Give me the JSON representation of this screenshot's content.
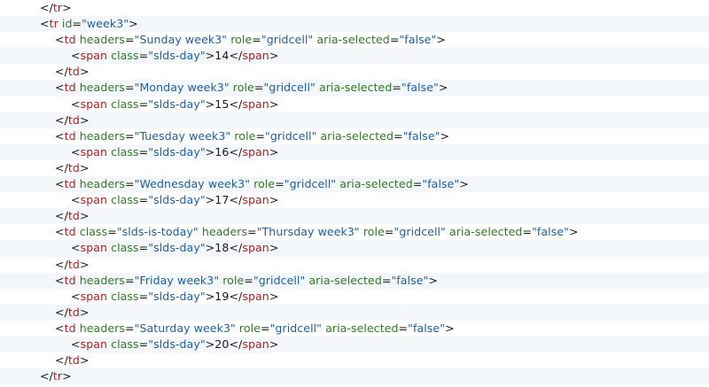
{
  "code_view": {
    "lines": [
      {
        "indent": 1,
        "kind": "close",
        "tag": "tr"
      },
      {
        "indent": 1,
        "kind": "open",
        "tag": "tr",
        "attrs": [
          {
            "name": "id",
            "value": "week3"
          }
        ]
      },
      {
        "indent": 2,
        "kind": "open",
        "tag": "td",
        "attrs": [
          {
            "name": "headers",
            "value": "Sunday week3"
          },
          {
            "name": "role",
            "value": "gridcell"
          },
          {
            "name": "aria-selected",
            "value": "false"
          }
        ]
      },
      {
        "indent": 3,
        "kind": "inline",
        "tag": "span",
        "attrs": [
          {
            "name": "class",
            "value": "slds-day"
          }
        ],
        "text": "14"
      },
      {
        "indent": 2,
        "kind": "close",
        "tag": "td"
      },
      {
        "indent": 2,
        "kind": "open",
        "tag": "td",
        "attrs": [
          {
            "name": "headers",
            "value": "Monday week3"
          },
          {
            "name": "role",
            "value": "gridcell"
          },
          {
            "name": "aria-selected",
            "value": "false"
          }
        ]
      },
      {
        "indent": 3,
        "kind": "inline",
        "tag": "span",
        "attrs": [
          {
            "name": "class",
            "value": "slds-day"
          }
        ],
        "text": "15"
      },
      {
        "indent": 2,
        "kind": "close",
        "tag": "td"
      },
      {
        "indent": 2,
        "kind": "open",
        "tag": "td",
        "attrs": [
          {
            "name": "headers",
            "value": "Tuesday week3"
          },
          {
            "name": "role",
            "value": "gridcell"
          },
          {
            "name": "aria-selected",
            "value": "false"
          }
        ]
      },
      {
        "indent": 3,
        "kind": "inline",
        "tag": "span",
        "attrs": [
          {
            "name": "class",
            "value": "slds-day"
          }
        ],
        "text": "16"
      },
      {
        "indent": 2,
        "kind": "close",
        "tag": "td"
      },
      {
        "indent": 2,
        "kind": "open",
        "tag": "td",
        "attrs": [
          {
            "name": "headers",
            "value": "Wednesday week3"
          },
          {
            "name": "role",
            "value": "gridcell"
          },
          {
            "name": "aria-selected",
            "value": "false"
          }
        ]
      },
      {
        "indent": 3,
        "kind": "inline",
        "tag": "span",
        "attrs": [
          {
            "name": "class",
            "value": "slds-day"
          }
        ],
        "text": "17"
      },
      {
        "indent": 2,
        "kind": "close",
        "tag": "td"
      },
      {
        "indent": 2,
        "kind": "open",
        "tag": "td",
        "attrs": [
          {
            "name": "class",
            "value": "slds-is-today"
          },
          {
            "name": "headers",
            "value": "Thursday week3"
          },
          {
            "name": "role",
            "value": "gridcell"
          },
          {
            "name": "aria-selected",
            "value": "false"
          }
        ]
      },
      {
        "indent": 3,
        "kind": "inline",
        "tag": "span",
        "attrs": [
          {
            "name": "class",
            "value": "slds-day"
          }
        ],
        "text": "18"
      },
      {
        "indent": 2,
        "kind": "close",
        "tag": "td"
      },
      {
        "indent": 2,
        "kind": "open",
        "tag": "td",
        "attrs": [
          {
            "name": "headers",
            "value": "Friday week3"
          },
          {
            "name": "role",
            "value": "gridcell"
          },
          {
            "name": "aria-selected",
            "value": "false"
          }
        ]
      },
      {
        "indent": 3,
        "kind": "inline",
        "tag": "span",
        "attrs": [
          {
            "name": "class",
            "value": "slds-day"
          }
        ],
        "text": "19"
      },
      {
        "indent": 2,
        "kind": "close",
        "tag": "td"
      },
      {
        "indent": 2,
        "kind": "open",
        "tag": "td",
        "attrs": [
          {
            "name": "headers",
            "value": "Saturday week3"
          },
          {
            "name": "role",
            "value": "gridcell"
          },
          {
            "name": "aria-selected",
            "value": "false"
          }
        ]
      },
      {
        "indent": 3,
        "kind": "inline",
        "tag": "span",
        "attrs": [
          {
            "name": "class",
            "value": "slds-day"
          }
        ],
        "text": "20"
      },
      {
        "indent": 2,
        "kind": "close",
        "tag": "td"
      },
      {
        "indent": 1,
        "kind": "close",
        "tag": "tr"
      }
    ]
  }
}
